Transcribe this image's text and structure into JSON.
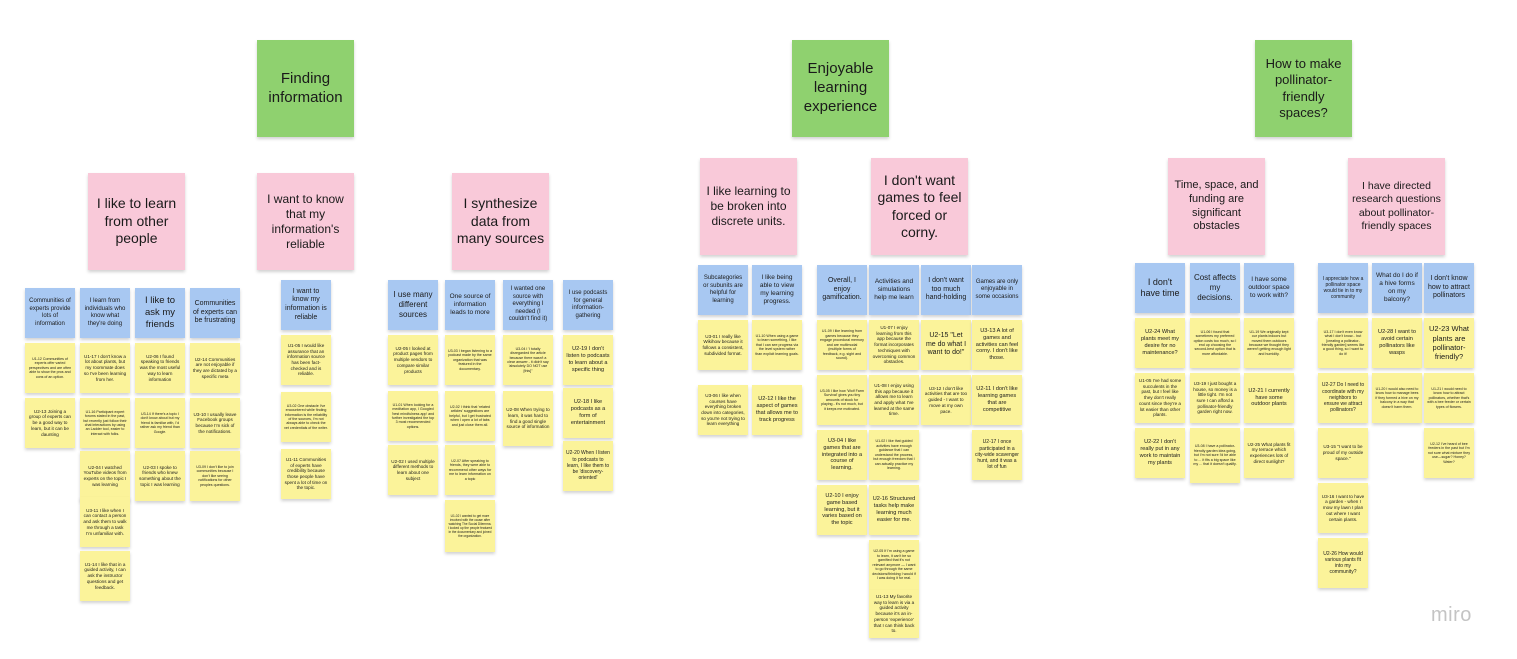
{
  "themes": [
    "Finding information",
    "Enjoyable learning experience",
    "How to make pollinator-friendly spaces?"
  ],
  "insights": [
    "I like to learn from other people",
    "I want to know that my information's reliable",
    "I synthesize data from many sources",
    "I like learning to be broken into discrete units.",
    "I don't want games to feel forced or corny.",
    "Time, space, and funding are significant obstacles",
    "I have directed research questions about pollinator-friendly spaces"
  ],
  "clusters": [
    "Communities of experts provide lots of information",
    "I learn from individuals who know what they're doing",
    "I like to ask my friends",
    "Communities of experts can be frustrating",
    "I want to know my information is reliable",
    "I use many different sources",
    "One source of information leads to more",
    "I wanted one source with everything I needed (I couldn't find it)",
    "I use podcasts for general information-gathering",
    "Subcategories or subunits are helpful for learning",
    "I like being able to view my learning progress.",
    "Overall, I enjoy gamification.",
    "Activities and simulations help me learn",
    "I don't want too much hand-holding",
    "Games are only enjoyable in some occasions",
    "I don't have time",
    "Cost affects my decisions.",
    "I have some outdoor space to work with?",
    "I appreciate how a pollinator space would tie in to my community",
    "What do I do if a hive forms on my balcony?",
    "I don't know how to attract pollinators"
  ],
  "observations": [
    "U1-12 Communities of experts offer varied perspectives and are often able to show the pros and cons of an option.",
    "U2-13 Joining a group of experts can be a good way to learn, but it can be daunting",
    "U1-17 I don't know a lot about plants, but my roommate does so I've been learning from her.",
    "U1-16 Participant expert forums stated in the past, but recently just follow their chat interactions by using an Ladder tool, easier to interact with folks.",
    "U2-04 I watched YouTube videos from experts on the topic I was learning",
    "U3-11 I like when I can contact a person and ask them to walk me through a task I'm unfamiliar with.",
    "U1-14 I like that in a guided activity, I can ask the instructor questions and get feedback.",
    "U2-06 I found speaking to friends was the most useful way to learn information",
    "U3-14 If there's a topic I don't know about but my friend is familiar with, I'd rather ask my friend than Google.",
    "U2-03 I spoke to friends who knew something about the topic I was learning",
    "U2-14 Communities are not enjoyable if they are dictated by a specific meta",
    "U3-10 I usually leave Facebook groups because I'm sick of the notifications.",
    "U3-09 I don't like to join communities because I don't like seeing notifications for other peoples questions.",
    "U1-05 I would like assurance that an information source has been fact-checked and is reliable.",
    "U3-02 One obstacle I've encountered while finding information is the reliability of the sources, I'm not always able to check the vet credentials of the writer.",
    "U1-11 Communities of experts have credibility because those people have spent a lot of time on the topic.",
    "U2-05 I looked at product pages from multiple vendors to compare similar products",
    "U1-01 When looking for a meditation app, I Googled 'best mindfulness app' and further investigated the top 3 most recommended options.",
    "U2-02 I used multiple different methods to learn about one subject",
    "U3-03 I began listening to a podcast made by the same organization that was featured in the documentary.",
    "U2-02 I think that 'related articles' suggestions are helpful, but I get frustrated when I open a lot of tabs and just close them all.",
    "U2-07 After speaking to friends, they were able to recommend other ways for me to learn information on a topic",
    "U1-02 I wanted to get more involved with the cause after watching The Social Dilemma. I looked up the people featured in the documentary and joined the organization.",
    "U3-04 I 'I totally disregarded the article because there wasn't a clear answer - it didn't say 'absolutely DO NOT use [this]''",
    "U2-08 When trying to learn, it was hard to find a good single source of information",
    "U2-19 I don't listen to podcasts to learn about a specific thing",
    "U2-18 I like podcasts as a form of entertainment",
    "U2-20 When I listen to podcasts to learn, I like them to be 'discovery-oriented'",
    "U3-01 I really like Wikihow because it follows a consistent, subdivided format.",
    "U3-06 I like when courses have everything broken down into categories, so you're not trying to learn everything",
    "U1-10 When using a game to learn something, I like that I can see progress via the level system rather than explicit learning goals.",
    "U2-12 I like the aspect of games that allows me to track progress",
    "U1-09 I like learning from games because they engage procedural memory and are multimodal (multiple forms of feedback, e.g. sight and sound).",
    "U3-05 I like how 'Wolf Farm Survival' gives you tiny amounts of stock for playing - it's not much, but it keeps me motivated.",
    "U3-04 I like games that are integrated into a course of learning.",
    "U2-10 I enjoy game based learning, but it varies based on the topic",
    "U1-07 I enjoy learning from this app because the format incorporates techniques with overcoming common obstacles.",
    "U1-08 I enjoy using this app because it allows me to learn and apply what I've learned at the same time.",
    "U1-02 I like that guided activities have enough guidance that I can understand the process, but enough freedom that I can actually practice my learning.",
    "U2-16 Structured tasks help make learning much easier for me.",
    "U2-05 If I'm using a game to learn, it can't be so gamified that it's not relevant anymore — I want to go through the same decisions/thinking I would if I was doing it for real.",
    "U1-13 My favorite way to learn is via a guided activity because it's an in-person 'experience' that I can think back to.",
    "U2-15 \"Let me do what I want to do!\"",
    "U3-12 I don't like activities that are too guided - I want to move at my own pace.",
    "U3-13 A lot of games and activities can feel corny. I don't like those.",
    "U2-11 I don't like learning games that are competitive",
    "U2-17 I once participated in a city-wide scavenger hunt, and it was a lot of fun",
    "U2-24 What plants meet my desire for no maintenance?",
    "U1-05 I've had some succulents in the past, but I feel like they don't really count since they're a lot easier than other plants.",
    "U2-22 I don't really put in any work to maintain my plants",
    "U1-06 I found that sometimes my preferred option costs too much, so I end up choosing the second-best option that is more affordable.",
    "U3-19 I just bought a house, so money is a little tight. I'm not sure I can afford a pollinator-friendly garden right now.",
    "U3-08 I have a pollinator-friendly garden idea going, but I'm not sure I'd be able to ... it fits a big space like my ... that it doesn't qualify.",
    "U1-19 We originally kept our plants indoors but moved them outdoors because we thought they weren't getting enough light and humidity.",
    "U2-21 I currently have some outdoor plants",
    "U2-25 What plants fit my terrace which experiences lots of direct sunlight?",
    "U3-17 I don't even know what I don't know... but [creating a pollinator-friendly garden] seems like a good thing, so I want to do it!",
    "U2-27 Do I need to coordinate with my neighbors to ensure we attract pollinators?",
    "U3-15 \"I want to be proud of my outside space.\"",
    "U3-16 I want to have a garden - when I mow my lawn I plan out where I want certain plants.",
    "U2-26 How would various plants fit into my community?",
    "U2-28 I want to avoid certain pollinators like wasps",
    "U1-20 I would also need to know how to manage bees if they formed a hive on my balcony in a way that doesn't harm them.",
    "U2-23 What plants are pollinator-friendly?",
    "U1-21 I would need to know how to attract pollinators, whether that's with a bee feeder or certain types of flowers.",
    "U2-12 I've heard of bee feeders in the past but I'm not sure what mixture they use—sugar? Honey? Water?"
  ],
  "brand": "miro"
}
